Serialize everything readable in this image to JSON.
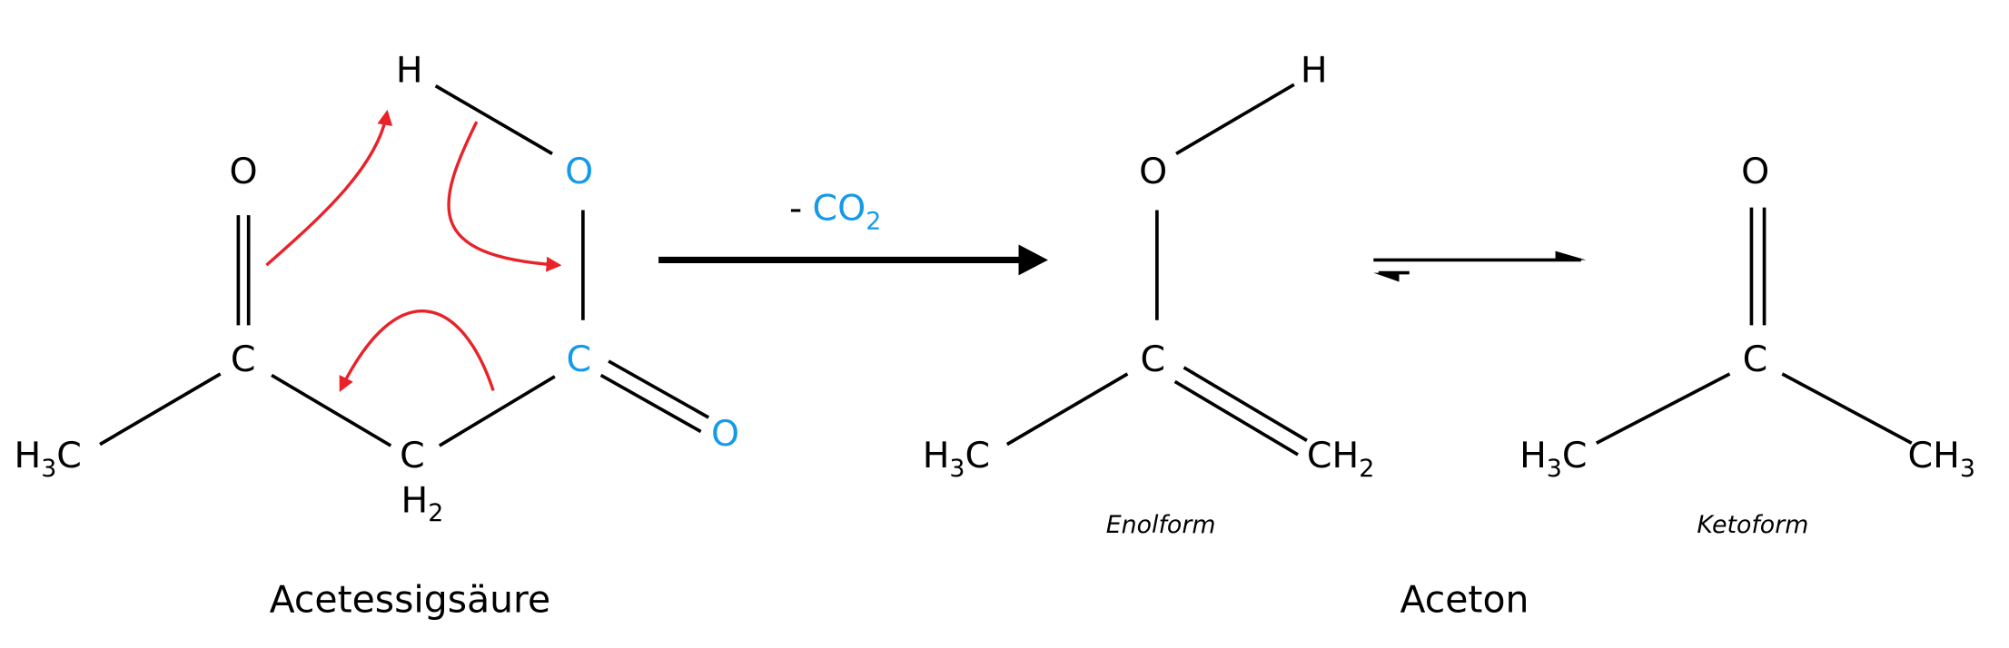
{
  "acetoacetic_acid": {
    "atoms": {
      "h_top": "H",
      "o_carbonyl": "O",
      "o_hydroxyl": "O",
      "c_carbonyl": "C",
      "c_carboxyl": "C",
      "o_carboxyl": "O",
      "methyl_h": "H",
      "methyl_sub": "3",
      "methyl_c": "C",
      "ch2_c": "C",
      "ch2_h": "H",
      "ch2_sub": "2"
    },
    "label": "Acetessigsäure"
  },
  "reaction": {
    "minus": "-",
    "co2_c": "CO",
    "co2_sub": "2"
  },
  "enol": {
    "atoms": {
      "h": "H",
      "o": "O",
      "c": "C",
      "methyl_h": "H",
      "methyl_sub": "3",
      "methyl_c": "C",
      "ch2": "CH",
      "ch2_sub": "2"
    },
    "label": "Enolform"
  },
  "keto": {
    "atoms": {
      "o": "O",
      "c": "C",
      "left_h": "H",
      "left_sub": "3",
      "left_c": "C",
      "right": "CH",
      "right_sub": "3"
    },
    "label": "Ketoform"
  },
  "product_label": "Aceton",
  "colors": {
    "highlight": "#149ae8",
    "electron_arrows": "#e82228"
  }
}
